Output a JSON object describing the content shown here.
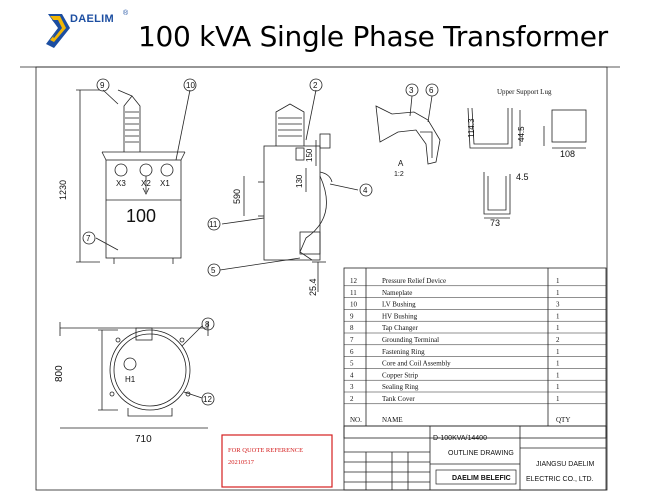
{
  "header": {
    "logo_text": "DAELIM",
    "logo_reg": "®",
    "title": "100 kVA Single Phase Transformer"
  },
  "drawing": {
    "balloons": {
      "b9a": "9",
      "b10": "10",
      "b2": "2",
      "b3": "3",
      "b6": "6",
      "b7": "7",
      "b11": "11",
      "b5": "5",
      "b4": "4",
      "b8": "8",
      "b12": "12"
    },
    "dims": {
      "h1230": "1230",
      "w710": "710",
      "h800": "800",
      "h590": "590",
      "d150": "150",
      "d130": "130",
      "d25_4": "25.4",
      "d114_3": "114.3",
      "d44_5": "44.5",
      "d108": "108",
      "d4_5": "4.5",
      "d73": "73"
    },
    "labels": {
      "x3": "X3",
      "x2": "X2",
      "x1": "X1",
      "kva": "100",
      "h1": "H1",
      "detail_a": "A",
      "detail_scale": "1:2",
      "upper_support_lug": "Upper Support Lug"
    }
  },
  "parts_table": {
    "rows": [
      {
        "no": "12",
        "name": "Pressure Relief Device",
        "qty": "1"
      },
      {
        "no": "11",
        "name": "Nameplate",
        "qty": "1"
      },
      {
        "no": "10",
        "name": "LV Bushing",
        "qty": "3"
      },
      {
        "no": "9",
        "name": "HV Bushing",
        "qty": "1"
      },
      {
        "no": "8",
        "name": "Tap Changer",
        "qty": "1"
      },
      {
        "no": "7",
        "name": "Grounding Terminal",
        "qty": "2"
      },
      {
        "no": "6",
        "name": "Fastening Ring",
        "qty": "1"
      },
      {
        "no": "5",
        "name": "Core and Coil Assembly",
        "qty": "1"
      },
      {
        "no": "4",
        "name": "Copper Strip",
        "qty": "1"
      },
      {
        "no": "3",
        "name": "Sealing Ring",
        "qty": "1"
      },
      {
        "no": "2",
        "name": "Tank Cover",
        "qty": "1"
      }
    ],
    "header": {
      "no": "NO.",
      "name": "NAME",
      "qty": "QTY"
    }
  },
  "title_block": {
    "drawing_no": "D-100KVA/14400",
    "drawing_name": "OUTLINE DRAWING",
    "brand": "DAELIM BELEFIC",
    "company_line1": "JIANGSU DAELIM",
    "company_line2": "ELECTRIC CO., LTD."
  },
  "stamp": {
    "line1": "FOR QUOTE REFERENCE",
    "line2": "20210517"
  },
  "colors": {
    "logo_blue": "#1c4ea1",
    "logo_yellow": "#f2b705",
    "stamp_red": "#d42020"
  }
}
